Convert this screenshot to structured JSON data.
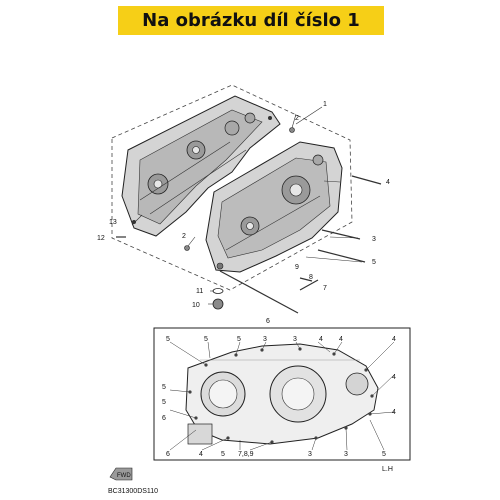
{
  "banner": {
    "title": "Na obrázku díl číslo 1"
  },
  "diagram": {
    "part_labels": {
      "p1": "1",
      "p2a": "2",
      "p2b": "2",
      "p3": "3",
      "p4": "4",
      "p5": "5",
      "p6": "6",
      "p7": "7",
      "p8": "8",
      "p9": "9",
      "p10": "10",
      "p11": "11",
      "p12": "12",
      "p13": "13"
    },
    "inset_labels": {
      "t1": "5",
      "t2": "5",
      "t3": "5",
      "t4": "3",
      "t5": "3",
      "t6": "4",
      "t7": "4",
      "l1": "5",
      "l2": "5",
      "l3": "6",
      "r1": "4",
      "r2": "4",
      "r3": "4",
      "b1": "6",
      "b2": "4",
      "b3": "5",
      "b4": "7,8,9",
      "b5": "3",
      "b6": "3",
      "b7": "5"
    },
    "side_label": "L.H",
    "fwd_label": "FWD",
    "catalog_code": "BC31300DS110"
  }
}
